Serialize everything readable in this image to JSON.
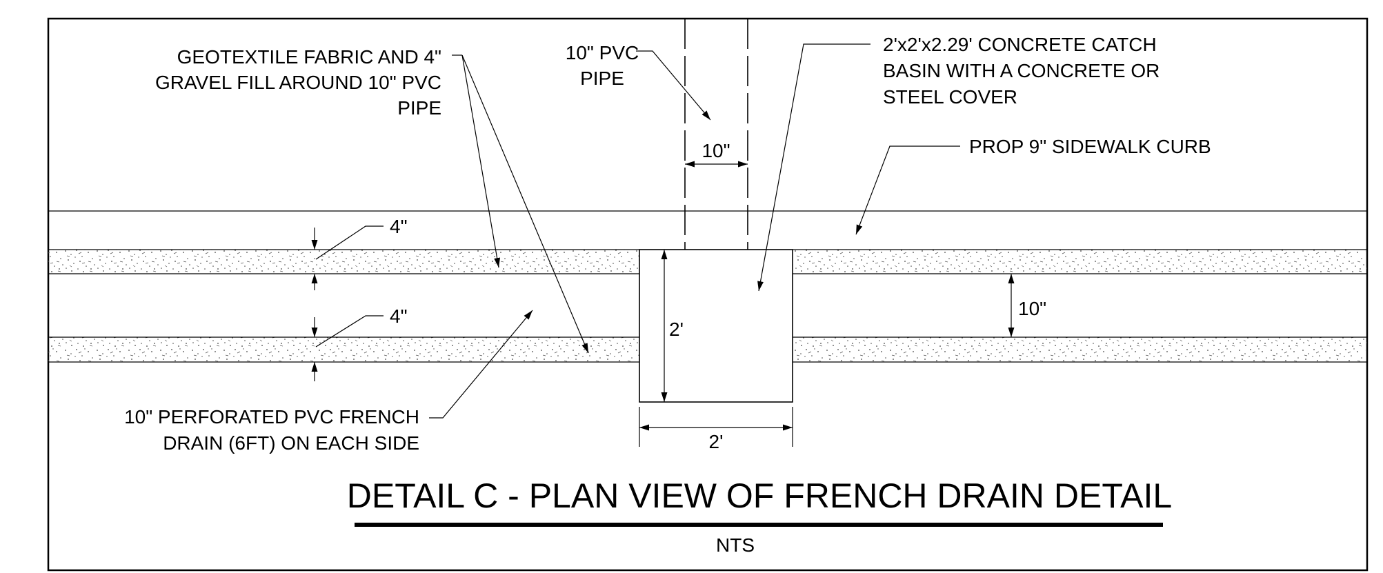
{
  "labels": {
    "geotextile": [
      "GEOTEXTILE FABRIC AND 4\"",
      "GRAVEL FILL AROUND 10\" PVC",
      "PIPE"
    ],
    "pvc_pipe": [
      "10\" PVC",
      "PIPE"
    ],
    "catch_basin": [
      "2'x2'x2.29' CONCRETE CATCH",
      "BASIN WITH A CONCRETE OR",
      "STEEL COVER"
    ],
    "sidewalk_curb": "PROP 9\" SIDEWALK CURB",
    "perforated_drain": [
      "10\" PERFORATED PVC FRENCH",
      "DRAIN (6FT) ON EACH SIDE"
    ]
  },
  "dimensions": {
    "pipe_width": "10\"",
    "gravel_upper": "4\"",
    "gravel_lower": "4\"",
    "drain_width": "10\"",
    "basin_height": "2'",
    "basin_width": "2'"
  },
  "title": "DETAIL C - PLAN VIEW OF FRENCH DRAIN DETAIL",
  "scale": "NTS"
}
